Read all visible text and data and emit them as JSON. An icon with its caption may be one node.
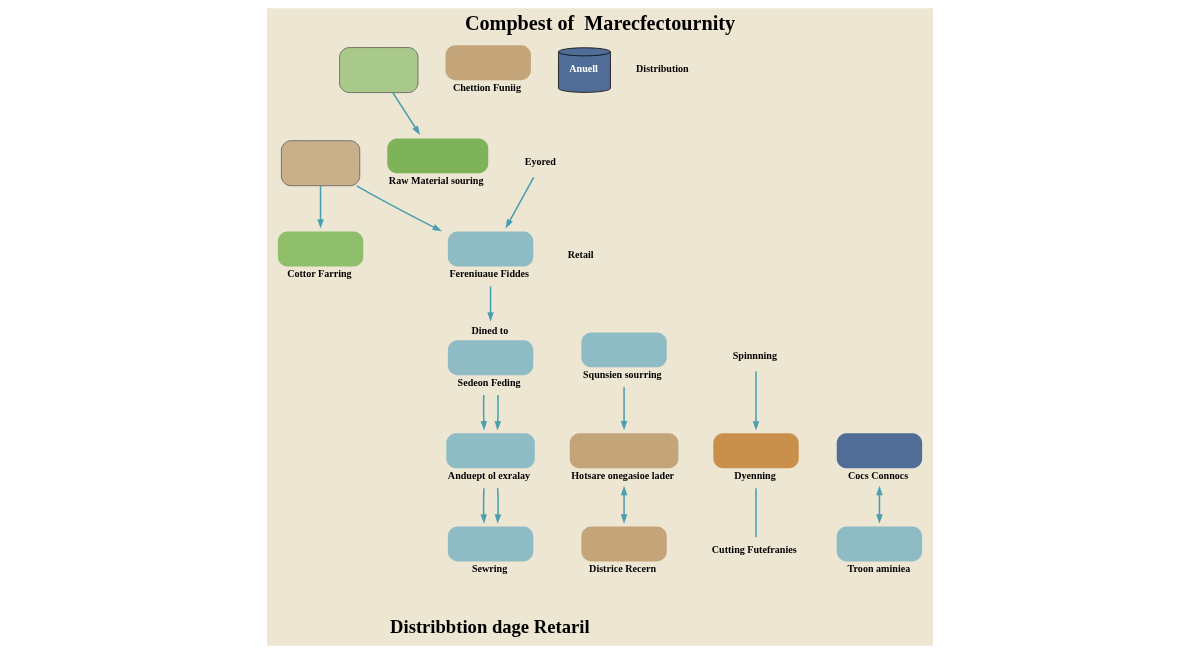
{
  "diagram": {
    "title": "Compbest of  Marecfectournity",
    "caption": "Distribbtion dage Retaril",
    "nodes": [
      {
        "text": [],
        "shape": "box"
      },
      {
        "text": [
          "Cottor Farring"
        ]
      },
      {
        "text": [
          "Squnsien sourring"
        ]
      },
      {
        "text": [
          "Hotsare onegasioe lader"
        ]
      },
      {
        "text": [
          "Districe Recern"
        ]
      },
      {
        "text": [],
        "shape": "box"
      },
      {
        "text": [
          "Raw Material souring"
        ]
      },
      {
        "text": [
          "Eyored"
        ]
      },
      {
        "text": [
          "Fereniuaue Fiddes"
        ]
      },
      {
        "text": [
          "Spinnning"
        ]
      },
      {
        "text": [
          "Dyenning"
        ]
      },
      {
        "text": [
          "Cutting Futefranies"
        ]
      },
      {
        "text": [
          "Cocs Connocs"
        ]
      },
      {
        "text": [
          "Sewring"
        ]
      },
      {
        "text": [
          "Troon aminiea"
        ]
      },
      {
        "text": [
          "Chettion Funiig"
        ]
      },
      {
        "text": [
          "Sedeon Feding"
        ],
        "beside": [
          "Dined to"
        ]
      },
      {
        "text": [
          "Anduept ol exralay"
        ]
      },
      {
        "text": [
          "Anuell"
        ]
      }
    ],
    "edges": [
      {
        "from": 0,
        "to": 6,
        "arrow": "to"
      },
      {
        "from": 5,
        "to": 1,
        "arrow": "to"
      },
      {
        "from": 5,
        "to": 8,
        "arrow": "to"
      },
      {
        "from": 7,
        "to": 8,
        "arrow": "to"
      },
      {
        "from": 8,
        "to": 16,
        "arrow": "to"
      },
      {
        "from": 2,
        "to": 3,
        "arrow": "to"
      },
      {
        "from": 3,
        "to": 4,
        "arrow": "both"
      },
      {
        "from": 9,
        "to": 10,
        "arrow": "to"
      },
      {
        "from": 10,
        "to": 11,
        "arrow": "none"
      },
      {
        "from": 16,
        "to": 17,
        "arrow": "to"
      },
      {
        "from": 16,
        "to": 17,
        "arrow": "to"
      },
      {
        "from": 17,
        "to": 13,
        "arrow": "to"
      },
      {
        "from": 17,
        "to": 13,
        "arrow": "to"
      },
      {
        "from": 12,
        "to": 14,
        "arrow": "both"
      }
    ],
    "labels": [
      "Retail",
      "Distribution"
    ]
  }
}
